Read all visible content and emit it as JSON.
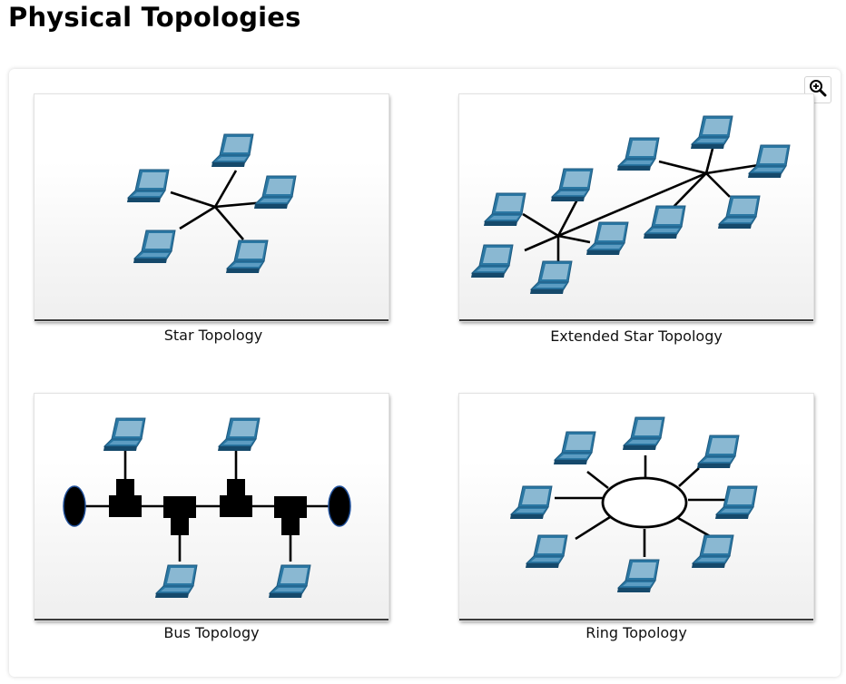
{
  "page": {
    "title": "Physical Topologies"
  },
  "toolbar": {
    "zoom_icon": "zoom-in-icon"
  },
  "figures": [
    {
      "caption": "Star Topology"
    },
    {
      "caption": "Extended Star Topology"
    },
    {
      "caption": "Bus Topology"
    },
    {
      "caption": "Ring Topology"
    }
  ],
  "colors": {
    "laptop_body": "#2a77a3",
    "laptop_screen": "#8ab8d2",
    "laptop_edge": "#1e5a80",
    "link": "#000000"
  }
}
